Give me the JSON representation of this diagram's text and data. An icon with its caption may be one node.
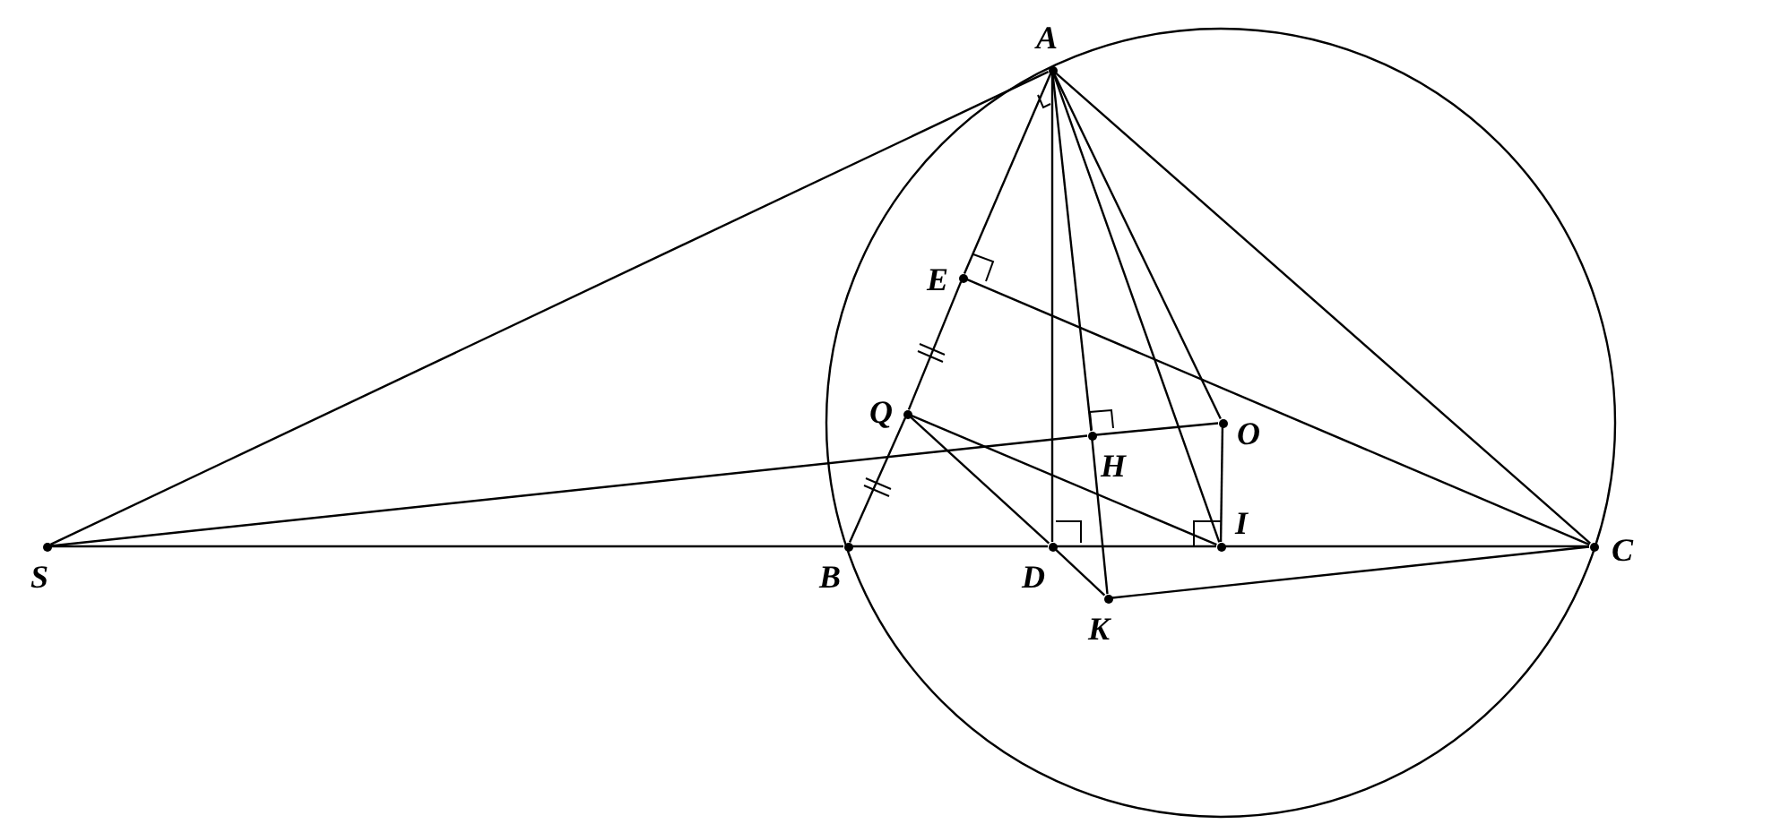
{
  "diagram": {
    "nodes": [
      {
        "text": [],
        "shape": "circle",
        "beside": [
          "A"
        ]
      },
      {
        "text": [],
        "shape": "circle",
        "beside": [
          "E"
        ]
      },
      {
        "text": [],
        "shape": "circle",
        "beside": [
          "Q"
        ]
      },
      {
        "text": [],
        "shape": "circle",
        "beside": [
          "H"
        ]
      },
      {
        "text": [],
        "shape": "circle",
        "beside": [
          "O"
        ]
      },
      {
        "text": [],
        "shape": "circle",
        "beside": [
          "S"
        ]
      },
      {
        "text": [],
        "shape": "circle",
        "beside": [
          "B"
        ]
      },
      {
        "text": [],
        "shape": "circle",
        "beside": [
          "D"
        ]
      },
      {
        "text": [],
        "shape": "circle",
        "beside": [
          "I"
        ]
      },
      {
        "text": [],
        "shape": "circle",
        "beside": [
          "C"
        ]
      },
      {
        "text": [],
        "shape": "circle",
        "beside": [
          "K"
        ]
      }
    ],
    "edges": [
      {
        "from": 5,
        "to": 0,
        "arrow": "none"
      },
      {
        "from": 0,
        "to": 1,
        "arrow": "none"
      },
      {
        "from": 1,
        "to": 2,
        "arrow": "none"
      },
      {
        "from": 2,
        "to": 6,
        "arrow": "none"
      },
      {
        "from": 0,
        "to": 7,
        "arrow": "none"
      },
      {
        "from": 0,
        "to": 3,
        "arrow": "none"
      },
      {
        "from": 3,
        "to": 10,
        "arrow": "none"
      },
      {
        "from": 0,
        "to": 8,
        "arrow": "none"
      },
      {
        "from": 0,
        "to": 4,
        "arrow": "none"
      },
      {
        "from": 0,
        "to": 9,
        "arrow": "none"
      },
      {
        "from": 1,
        "to": 9,
        "arrow": "none"
      },
      {
        "from": 5,
        "to": 3,
        "arrow": "none"
      },
      {
        "from": 3,
        "to": 4,
        "arrow": "none"
      },
      {
        "from": 4,
        "to": 8,
        "arrow": "none"
      },
      {
        "from": 2,
        "to": 8,
        "arrow": "none"
      },
      {
        "from": 2,
        "to": 7,
        "arrow": "none"
      },
      {
        "from": 7,
        "to": 10,
        "arrow": "none"
      },
      {
        "from": 10,
        "to": 9,
        "arrow": "none"
      },
      {
        "from": 5,
        "to": 6,
        "arrow": "none"
      },
      {
        "from": 6,
        "to": 7,
        "arrow": "none"
      },
      {
        "from": 7,
        "to": 8,
        "arrow": "none"
      },
      {
        "from": 8,
        "to": 9,
        "arrow": "none"
      }
    ]
  }
}
